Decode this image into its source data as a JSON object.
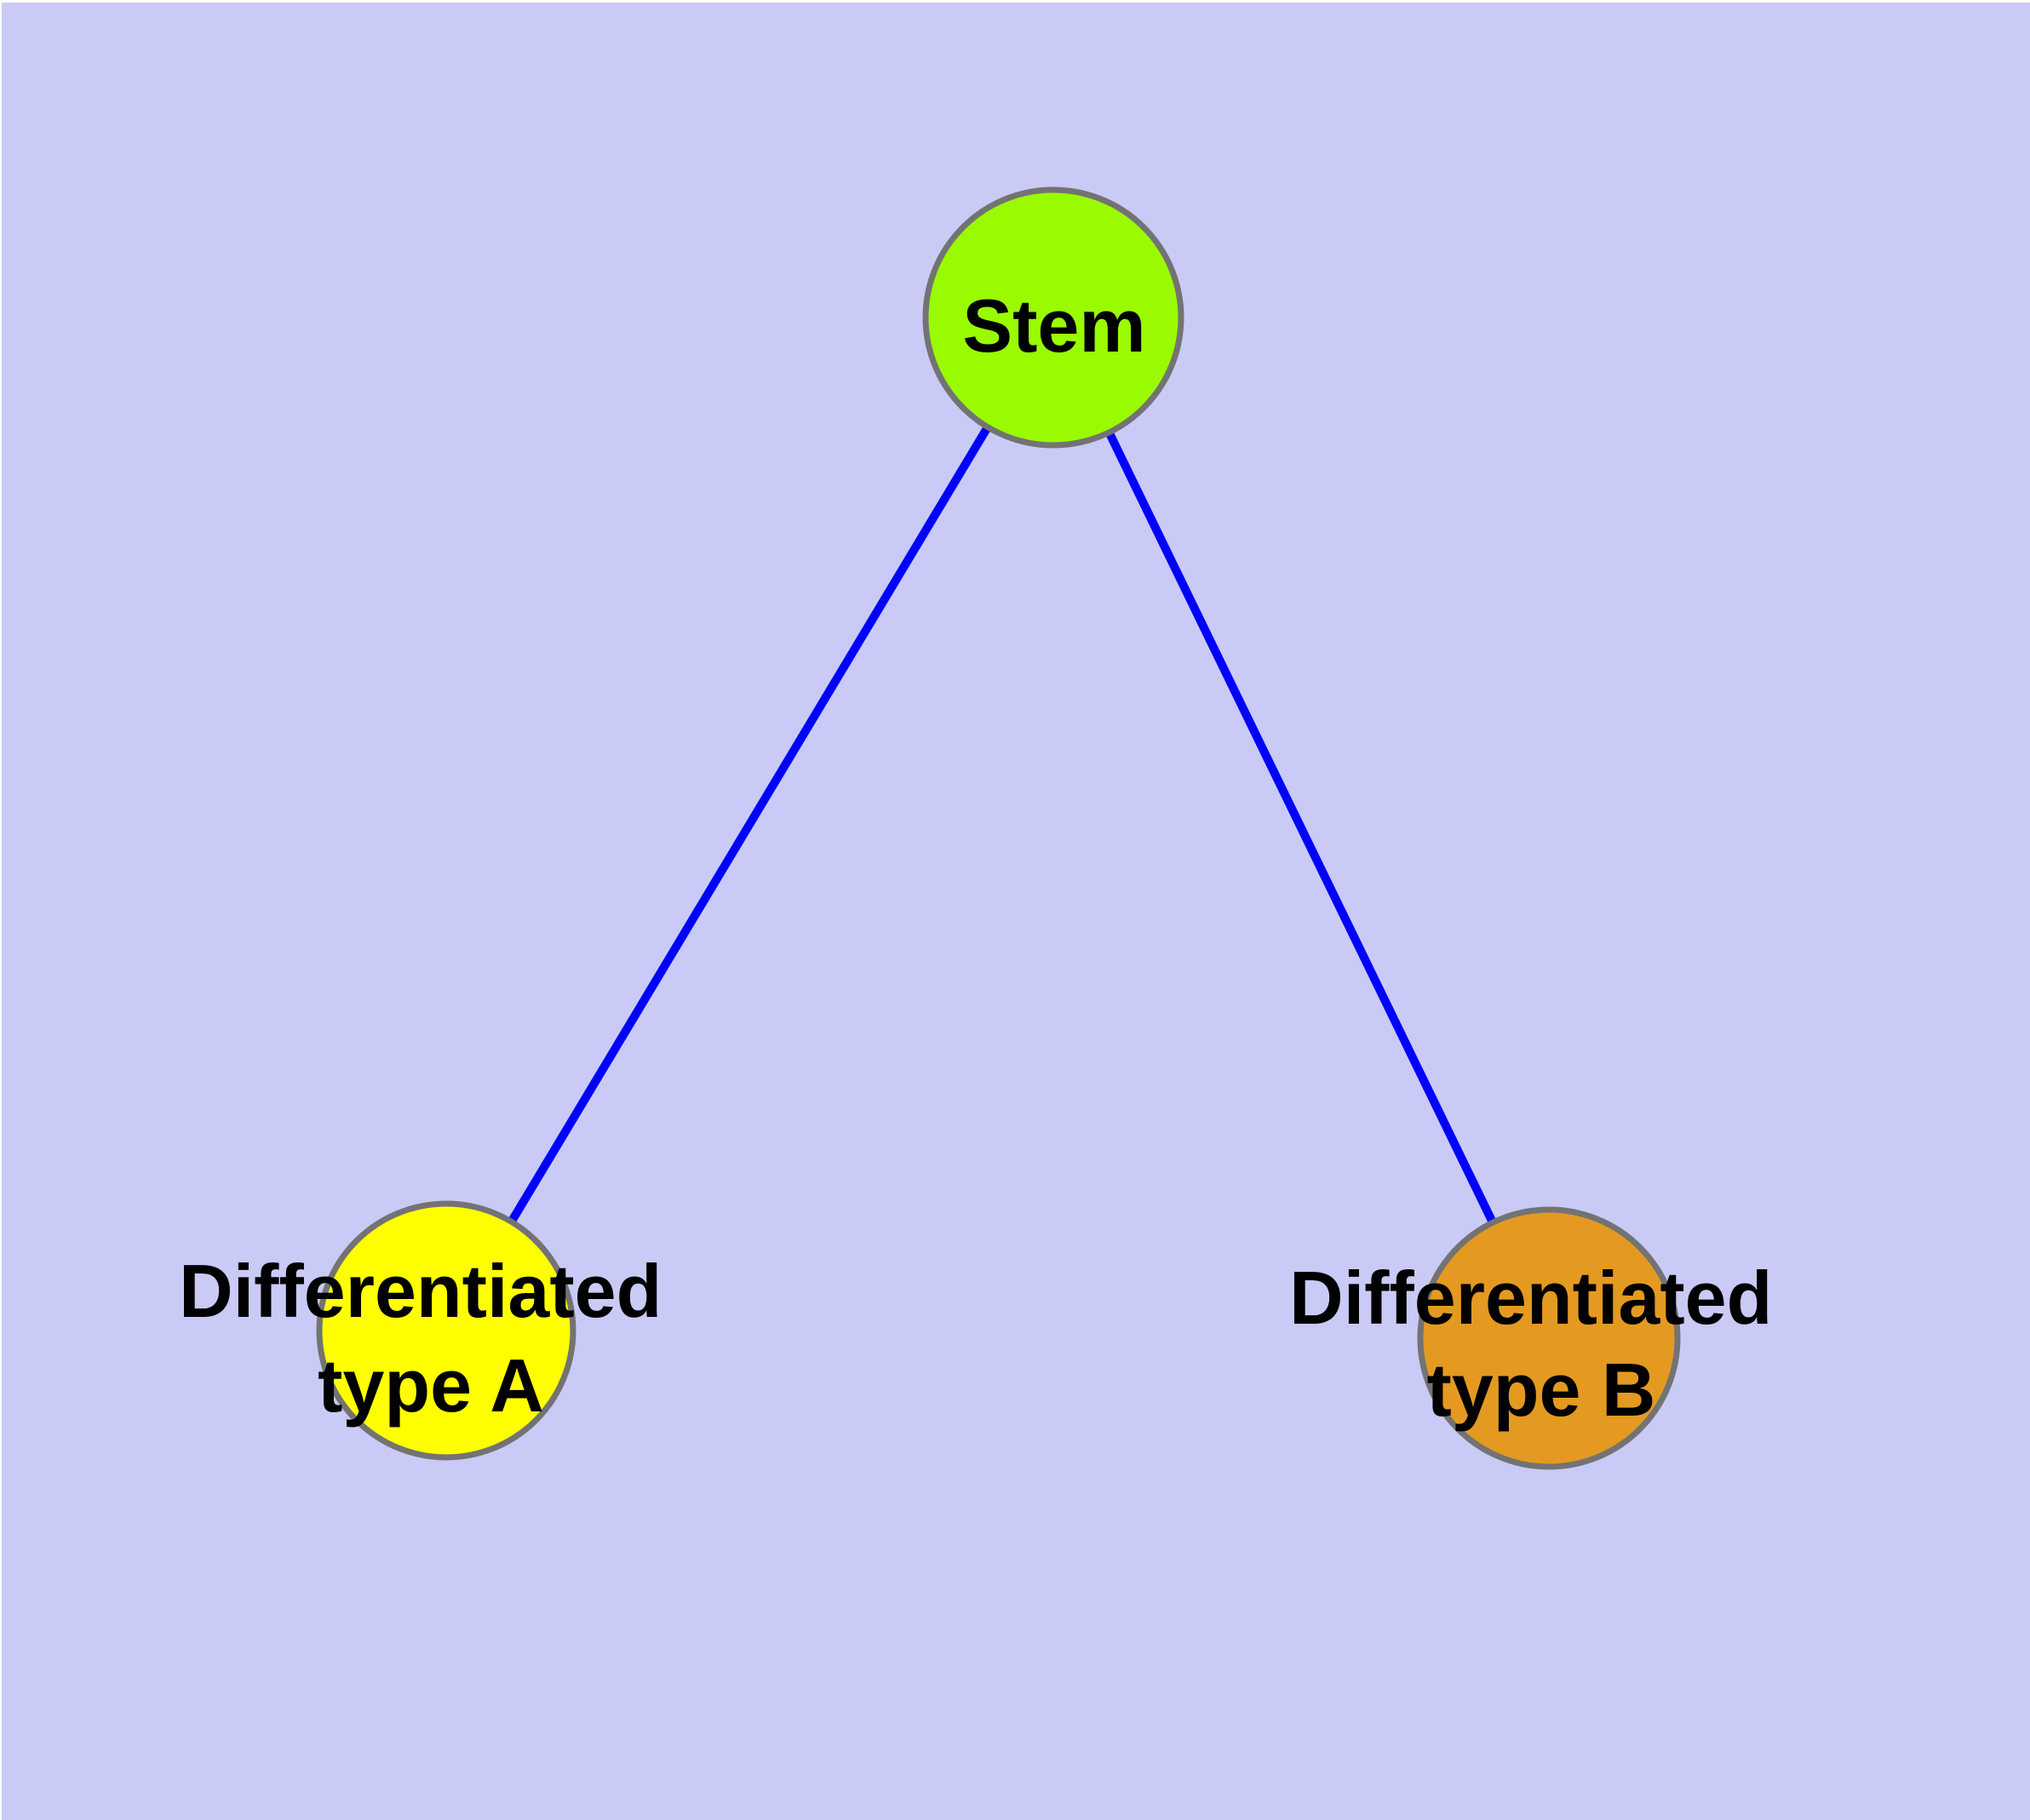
{
  "diagram": {
    "description": "Network graph of stem cell differentiation: a stem node connected to two differentiated cell type nodes",
    "background_color": "#CACAF6",
    "margin_color": "#FFFFFF",
    "edge_color": "#0000FF",
    "node_border_color": "#737373",
    "label_color": "#000000",
    "nodes": {
      "stem": {
        "label": "Stem",
        "fill": "#9AFB00"
      },
      "type_a": {
        "label_line1": "Differentiated",
        "label_line2": "type A",
        "fill": "#FFFF00"
      },
      "type_b": {
        "label_line1": "Differentiated",
        "label_line2": "type B",
        "fill": "#E49A20"
      }
    },
    "edges": [
      {
        "from": "Stem",
        "to": "Differentiated type A"
      },
      {
        "from": "Stem",
        "to": "Differentiated type B"
      }
    ]
  }
}
